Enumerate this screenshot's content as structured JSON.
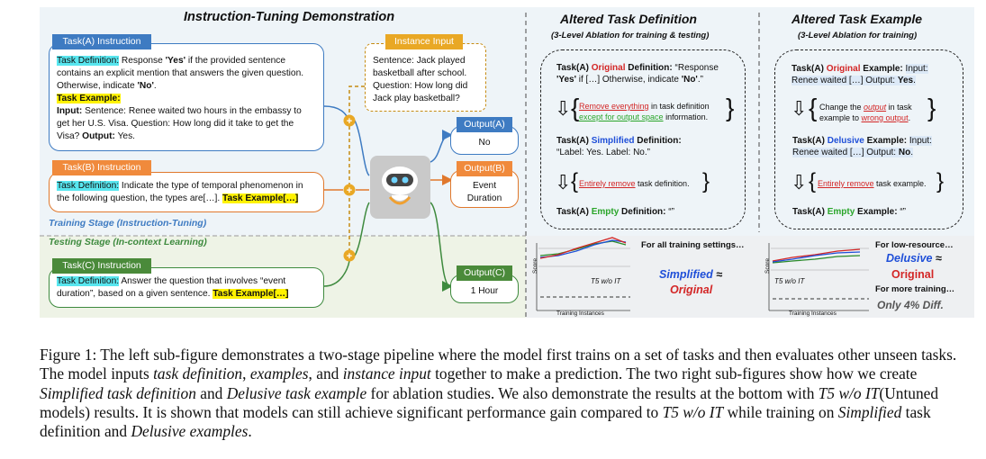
{
  "left_title": "Instruction-Tuning Demonstration",
  "task_a": {
    "header": "Task(A) Instruction",
    "def_label": "Task Definition:",
    "def_text_1": " Response ",
    "def_yes": "'Yes'",
    "def_text_2": " if the provided sentence contains an explicit mention that answers the given question. Otherwise, indicate ",
    "def_no": "'No'",
    "def_end": ".",
    "example_label": "Task Example:",
    "input_label": "Input:",
    "input_text": " Sentence: Renee waited two hours in the embassy to get her U.S. Visa. Question: How long did it take to get the Visa? ",
    "output_label": "Output:",
    "output_text": " Yes."
  },
  "task_b": {
    "header": "Task(B) Instruction",
    "def_label": "Task Definition:",
    "def_text": " Indicate the type of temporal phenomenon in the following question, the types are[…]. ",
    "example": "Task Example[…]"
  },
  "task_c": {
    "header": "Task(C) Instruction",
    "def_label": "Task Definition:",
    "def_text": " Answer the question that involves “event duration”, based on a given sentence. ",
    "example": "Task Example[…]"
  },
  "instance": {
    "header": "Instance Input",
    "text": "Sentence: Jack played basketball after school. Question: How long did Jack play basketball?"
  },
  "outputs": [
    {
      "header": "Output(A)",
      "value": "No"
    },
    {
      "header": "Output(B)",
      "value": "Event Duration"
    },
    {
      "header": "Output(C)",
      "value": "1 Hour"
    }
  ],
  "stage_training": "Training Stage (Instruction-Tuning)",
  "stage_testing": "Testing Stage (In-context Learning)",
  "mid": {
    "title": "Altered Task Definition",
    "subtitle": "(3-Level Ablation for training & testing)",
    "orig_prefix": "Task(A) ",
    "orig_word": "Original",
    "orig_suffix": " Definition: ",
    "orig_quote": "“Response ",
    "orig_yes": "'Yes'",
    "orig_mid": " if […] Otherwise, indicate ",
    "orig_no": "'No'",
    "orig_end": ".”",
    "brace1_red": "Remove everything",
    "brace1_mid": " in task definition ",
    "brace1_green": "except for output space",
    "brace1_end": " information.",
    "simp_prefix": "Task(A) ",
    "simp_word": "Simplified",
    "simp_suffix": " Definition:",
    "simp_quote": "“Label: Yes. Label: No.”",
    "brace2_red": "Entirely remove",
    "brace2_end": " task definition.",
    "empty_prefix": "Task(A) ",
    "empty_word": "Empty",
    "empty_suffix": " Definition: ",
    "empty_quote": "“”",
    "result_note": "For all training settings…",
    "result_simp": "Simplified",
    "result_approx": " ≈",
    "result_orig": "Original"
  },
  "right": {
    "title": "Altered Task Example",
    "subtitle": "(3-Level Ablation for training)",
    "orig_prefix": "Task(A) ",
    "orig_word": "Original",
    "orig_suffix": " Example: ",
    "orig_input": "Input:",
    "orig_line2": "Renee waited […] Output: ",
    "orig_out": "Yes",
    "orig_end": ".",
    "brace1_a": "Change the ",
    "brace1_b": "output",
    "brace1_c": " in task example to ",
    "brace1_d": "wrong output",
    "brace1_e": ".",
    "del_prefix": "Task(A) ",
    "del_word": "Delusive",
    "del_suffix": " Example: ",
    "del_input": "Input:",
    "del_line2": "Renee waited […] Output: ",
    "del_out": "No",
    "del_end": ".",
    "brace2_red": "Entirely remove",
    "brace2_end": " task example.",
    "empty_prefix": "Task(A) ",
    "empty_word": "Empty",
    "empty_suffix": " Example: ",
    "empty_quote": "“”",
    "note1": "For low-resource…",
    "delusive": "Delusive",
    "approx": " ≈",
    "original": "Original",
    "note2": "For more training…",
    "diff": "Only 4% Diff."
  },
  "mini_chart": {
    "ylabel": "Score",
    "xlabel": "Training Instances",
    "baseline_label": "T5 w/o IT"
  },
  "caption": {
    "p1": "Figure 1: The left sub-figure demonstrates a two-stage pipeline where the model first trains on a set of tasks and then evaluates other unseen tasks. The model inputs ",
    "i1": "task definition",
    "p2": ", ",
    "i2": "examples",
    "p3": ", and ",
    "i3": "instance input",
    "p4": " together to make a prediction. The two right sub-figures show how we create ",
    "i4": "Simplified task definition",
    "p5": " and ",
    "i5": "Delusive task example",
    "p6": " for ablation studies. We also demonstrate the results at the bottom with ",
    "i6": "T5 w/o IT",
    "p7": "(Untuned models) results. It is shown that models can still achieve significant performance gain compared to ",
    "i7": "T5 w/o IT",
    "p8": " while training on ",
    "i8": "Simplified",
    "p9": " task definition and ",
    "i9": "Delusive examples",
    "p10": "."
  }
}
